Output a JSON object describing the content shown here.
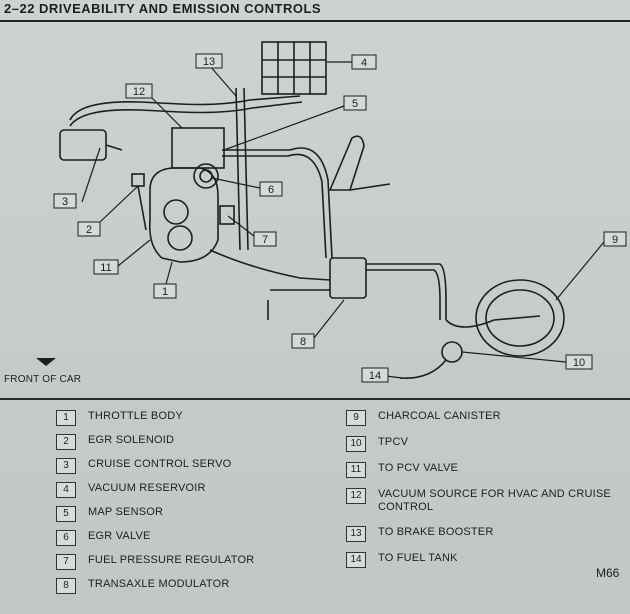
{
  "page": {
    "header_title": "2–22 DRIVEABILITY AND EMISSION CONTROLS",
    "front_label": "FRONT OF CAR",
    "figure_code": "M66"
  },
  "callouts": [
    "1",
    "2",
    "3",
    "4",
    "5",
    "6",
    "7",
    "8",
    "9",
    "10",
    "11",
    "12",
    "13",
    "14"
  ],
  "legend": {
    "left": [
      {
        "num": "1",
        "label": "THROTTLE BODY"
      },
      {
        "num": "2",
        "label": "EGR SOLENOID"
      },
      {
        "num": "3",
        "label": "CRUISE CONTROL SERVO"
      },
      {
        "num": "4",
        "label": "VACUUM RESERVOIR"
      },
      {
        "num": "5",
        "label": "MAP SENSOR"
      },
      {
        "num": "6",
        "label": "EGR VALVE"
      },
      {
        "num": "7",
        "label": "FUEL PRESSURE REGULATOR"
      },
      {
        "num": "8",
        "label": "TRANSAXLE MODULATOR"
      }
    ],
    "right": [
      {
        "num": "9",
        "label": "CHARCOAL CANISTER"
      },
      {
        "num": "10",
        "label": "TPCV"
      },
      {
        "num": "11",
        "label": "TO PCV VALVE"
      },
      {
        "num": "12",
        "label": "VACUUM SOURCE FOR HVAC AND CRUISE CONTROL"
      },
      {
        "num": "13",
        "label": "TO BRAKE BOOSTER"
      },
      {
        "num": "14",
        "label": "TO FUEL TANK"
      }
    ]
  },
  "colors": {
    "ink": "#1d1f1e",
    "paper": "#c9cdca"
  }
}
